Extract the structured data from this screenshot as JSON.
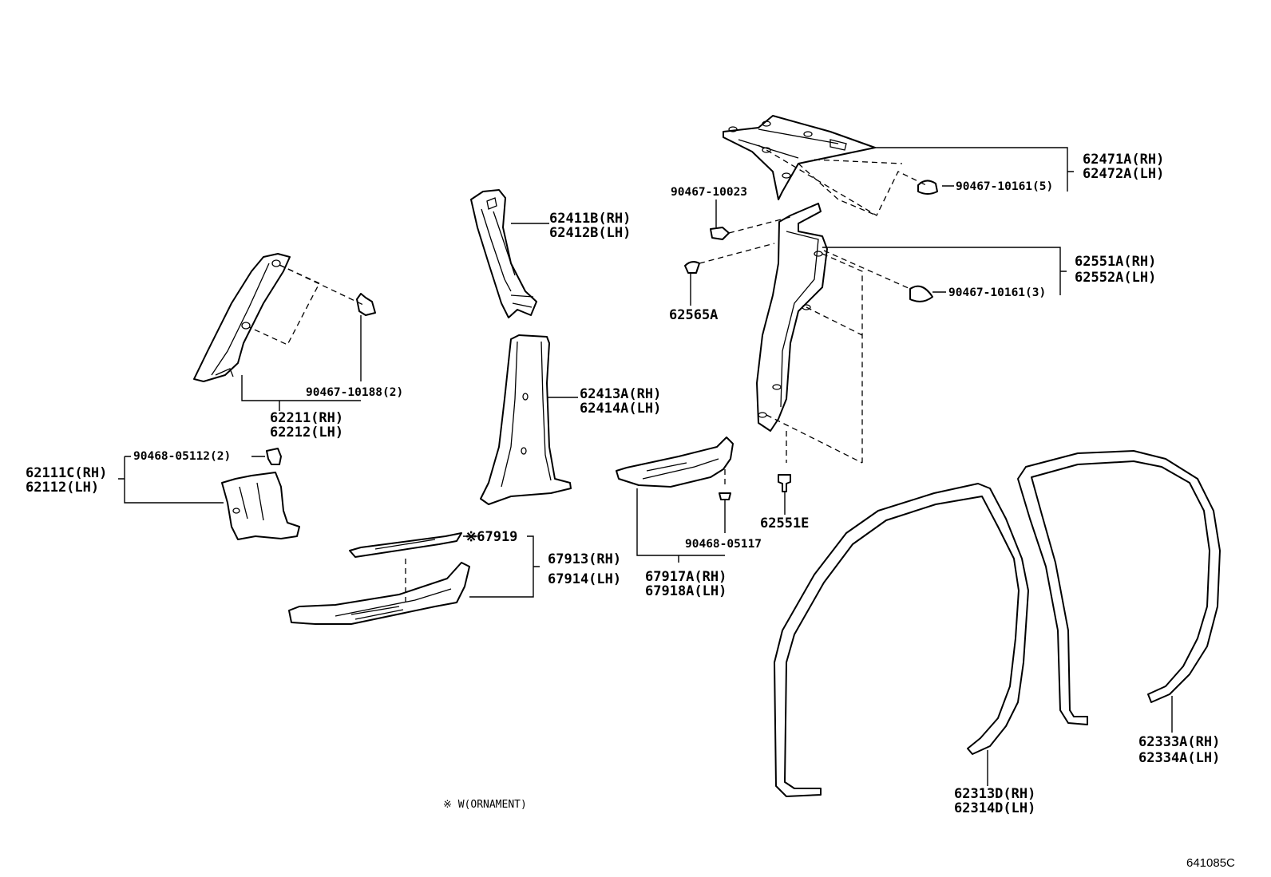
{
  "parts": {
    "p62471_rh": "62471A(RH)",
    "p62472_lh": "62472A(LH)",
    "clip_90467_10161_5": "90467-10161(5)",
    "screw_90467_10023": "90467-10023",
    "p62551_rh": "62551A(RH)",
    "p62552_lh": "62552A(LH)",
    "clip_90467_10161_3": "90467-10161(3)",
    "p62565": "62565A",
    "p62551e": "62551E",
    "p62411_rh": "62411B(RH)",
    "p62412_lh": "62412B(LH)",
    "p62413_rh": "62413A(RH)",
    "p62414_lh": "62414A(LH)",
    "clip_90467_10188": "90467-10188(2)",
    "p62211_rh": "62211(RH)",
    "p62212_lh": "62212(LH)",
    "clip_90468_05112": "90468-05112(2)",
    "p62111_rh": "62111C(RH)",
    "p62112_lh": "62112(LH)",
    "p67919": "※67919",
    "p67913_rh": "67913(RH)",
    "p67914_lh": "67914(LH)",
    "clip_90468_05117": "90468-05117",
    "p67917_rh": "67917A(RH)",
    "p67918_lh": "67918A(LH)",
    "p62313_rh": "62313D(RH)",
    "p62314_lh": "62314D(LH)",
    "p62333_rh": "62333A(RH)",
    "p62334_lh": "62334A(LH)"
  },
  "footnote": "※ W(ORNAMENT)",
  "diagram_code": "641085C"
}
